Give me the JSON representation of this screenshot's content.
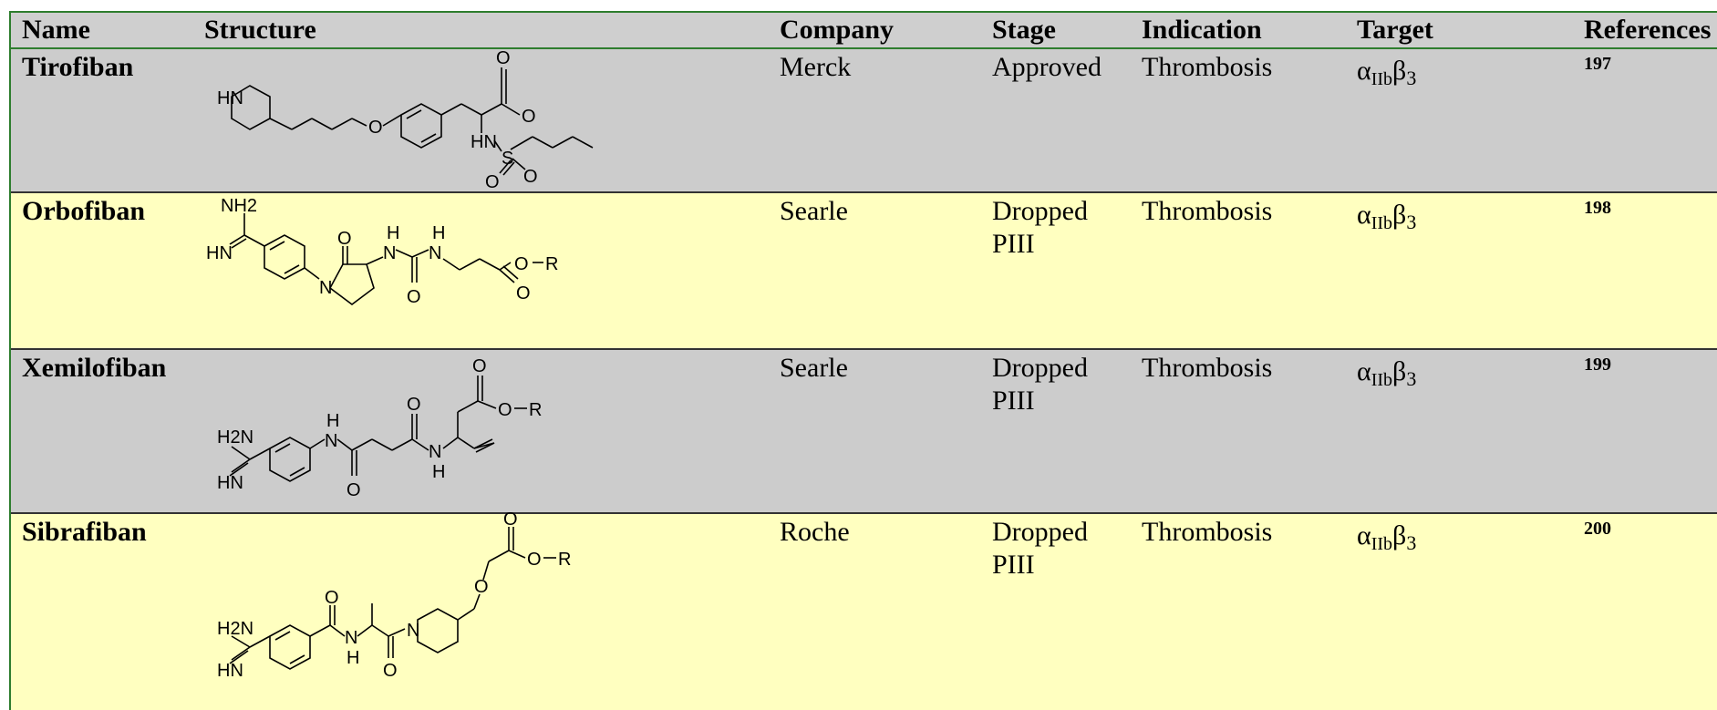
{
  "headers": {
    "name": "Name",
    "structure": "Structure",
    "company": "Company",
    "stage": "Stage",
    "indication": "Indication",
    "target": "Target",
    "references": "References"
  },
  "target_label": {
    "alpha": "α",
    "alpha_sub": "IIb",
    "beta": "β",
    "beta_sub": "3"
  },
  "rows": [
    {
      "name": "Tirofiban",
      "company": "Merck",
      "stage": "Approved",
      "indication": "Thrombosis",
      "ref": "197",
      "bg": "#cccccc",
      "atoms": {
        "a1": "HN",
        "a2": "O",
        "a3": "O",
        "a4": "O",
        "a5": "HN",
        "a6": "S",
        "a7": "O",
        "a8": "O"
      }
    },
    {
      "name": "Orbofiban",
      "company": "Searle",
      "stage": "Dropped PIII",
      "indication": "Thrombosis",
      "ref": "198",
      "bg": "#ffffc0",
      "atoms": {
        "a1": "NH2",
        "a2": "HN",
        "a3": "N",
        "a4": "O",
        "a5": "N",
        "a6": "H",
        "a7": "N",
        "a8": "H",
        "a9": "O",
        "a10": "O",
        "a11": "R",
        "a12": "O"
      }
    },
    {
      "name": "Xemilofiban",
      "company": "Searle",
      "stage": "Dropped PIII",
      "indication": "Thrombosis",
      "ref": "199",
      "bg": "#cccccc",
      "atoms": {
        "a1": "H2N",
        "a2": "HN",
        "a3": "N",
        "a4": "H",
        "a5": "O",
        "a6": "O",
        "a7": "N",
        "a8": "H",
        "a9": "O",
        "a10": "O",
        "a11": "R"
      }
    },
    {
      "name": "Sibrafiban",
      "company": "Roche",
      "stage": "Dropped PIII",
      "indication": "Thrombosis",
      "ref": "200",
      "bg": "#ffffc0",
      "atoms": {
        "a1": "H2N",
        "a2": "HN",
        "a3": "O",
        "a4": "N",
        "a5": "H",
        "a6": "O",
        "a7": "N",
        "a8": "O",
        "a9": "O",
        "a10": "O",
        "a11": "R"
      }
    }
  ],
  "colors": {
    "header_bg": "#cfcfcf",
    "gray_row": "#cccccc",
    "yellow_row": "#ffffc0",
    "border": "#2e7d2e"
  }
}
